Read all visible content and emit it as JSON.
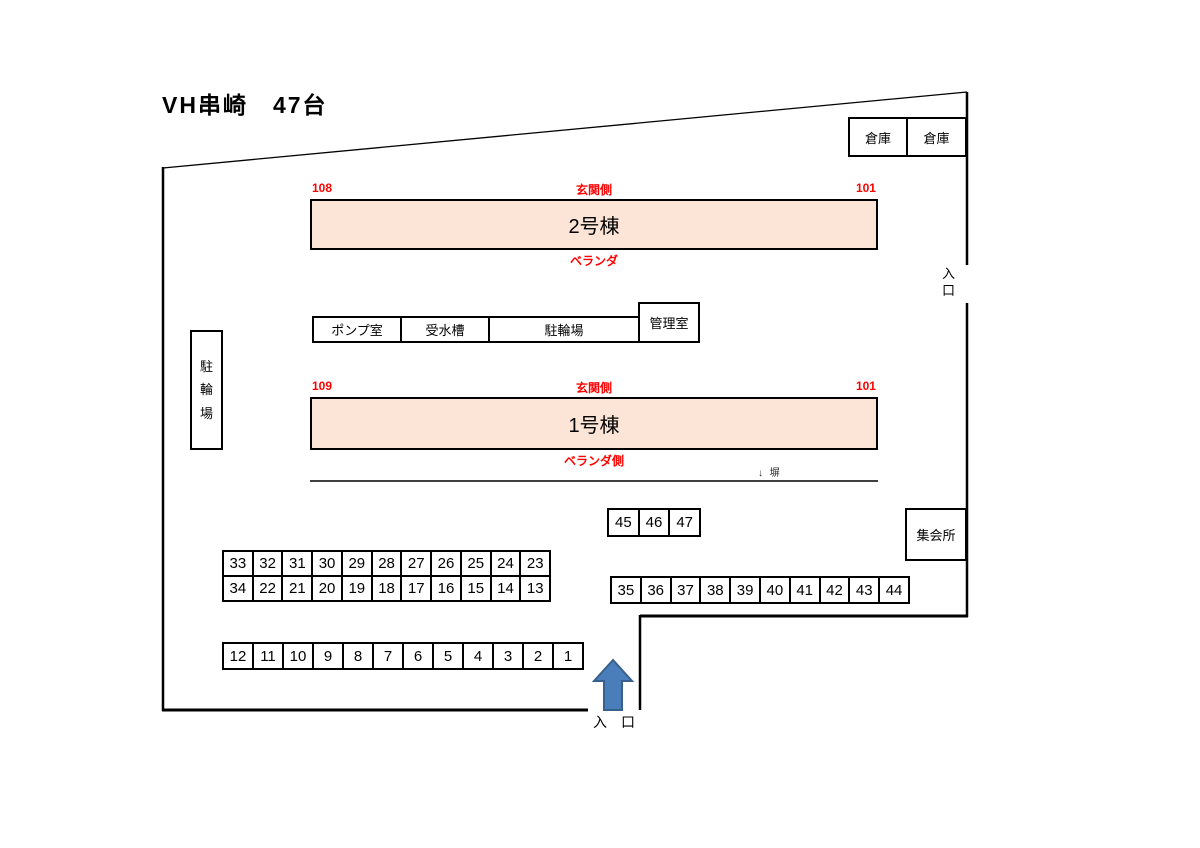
{
  "title": "VH串崎　47台",
  "colors": {
    "building_fill": "#FCE4D6",
    "label_red": "#FF0000",
    "arrow_fill": "#4A7EBB",
    "arrow_border": "#38608C"
  },
  "storage_left": "倉庫",
  "storage_right": "倉庫",
  "building2": {
    "name": "2号棟",
    "unit_left": "108",
    "side_top": "玄関側",
    "unit_right": "101",
    "side_bottom": "ベランダ"
  },
  "facilities": {
    "pump_room": "ポンプ室",
    "water_tank": "受水槽",
    "bicycle_parking": "駐輪場",
    "management_room": "管理室"
  },
  "bicycle_parking_west": "駐輪場",
  "building1": {
    "name": "1号棟",
    "unit_left": "109",
    "side_top": "玄関側",
    "unit_right": "101",
    "side_bottom": "ベランダ側"
  },
  "fence_label": "↓ 塀",
  "entrance_east": "入口",
  "meeting_hall": "集会所",
  "entrance_south": "入　口",
  "parking": {
    "row_45_47": [
      "45",
      "46",
      "47"
    ],
    "row_33_23": [
      "33",
      "32",
      "31",
      "30",
      "29",
      "28",
      "27",
      "26",
      "25",
      "24",
      "23"
    ],
    "row_34_13": [
      "34",
      "22",
      "21",
      "20",
      "19",
      "18",
      "17",
      "16",
      "15",
      "14",
      "13"
    ],
    "row_35_44": [
      "35",
      "36",
      "37",
      "38",
      "39",
      "40",
      "41",
      "42",
      "43",
      "44"
    ],
    "row_12_1": [
      "12",
      "11",
      "10",
      "9",
      "8",
      "7",
      "6",
      "5",
      "4",
      "3",
      "2",
      "1"
    ]
  }
}
